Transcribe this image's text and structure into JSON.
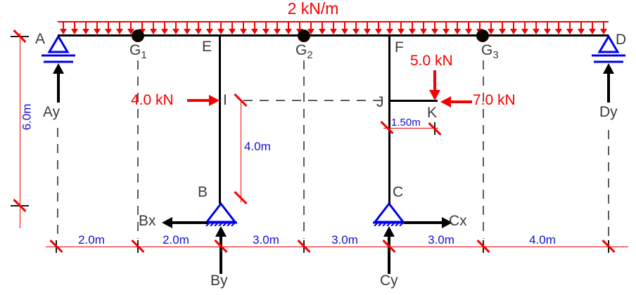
{
  "diagram": {
    "load": {
      "intensity_label": "2 kN/m"
    },
    "nodes": {
      "A": "A",
      "B": "B",
      "C": "C",
      "D": "D",
      "E": "E",
      "F": "F",
      "I": "I",
      "J": "J",
      "K": "K"
    },
    "hinges": {
      "base": "G",
      "subs": [
        "1",
        "2",
        "3"
      ]
    },
    "reactions": {
      "Ay": "Ay",
      "By": "By",
      "Cy": "Cy",
      "Dy": "Dy",
      "Bx": "Bx",
      "Cx": "Cx"
    },
    "applied_forces": {
      "horizontal_at_I": "4.0 kN",
      "vertical_at_K": "5.0 kN",
      "horizontal_at_K": "7.0 kN"
    },
    "dimensions": {
      "left_height": "6.0m",
      "I_to_B": "4.0m",
      "J_to_K": "1.50m",
      "bottom_spans": [
        "2.0m",
        "2.0m",
        "3.0m",
        "3.0m",
        "3.0m",
        "4.0m"
      ]
    },
    "colors": {
      "load_and_dim_lines": "#f50000",
      "supports": "#0000ee",
      "dimension_text": "#0f0fd6",
      "members": "#000000",
      "node_labels": "#3b3b3b"
    }
  }
}
